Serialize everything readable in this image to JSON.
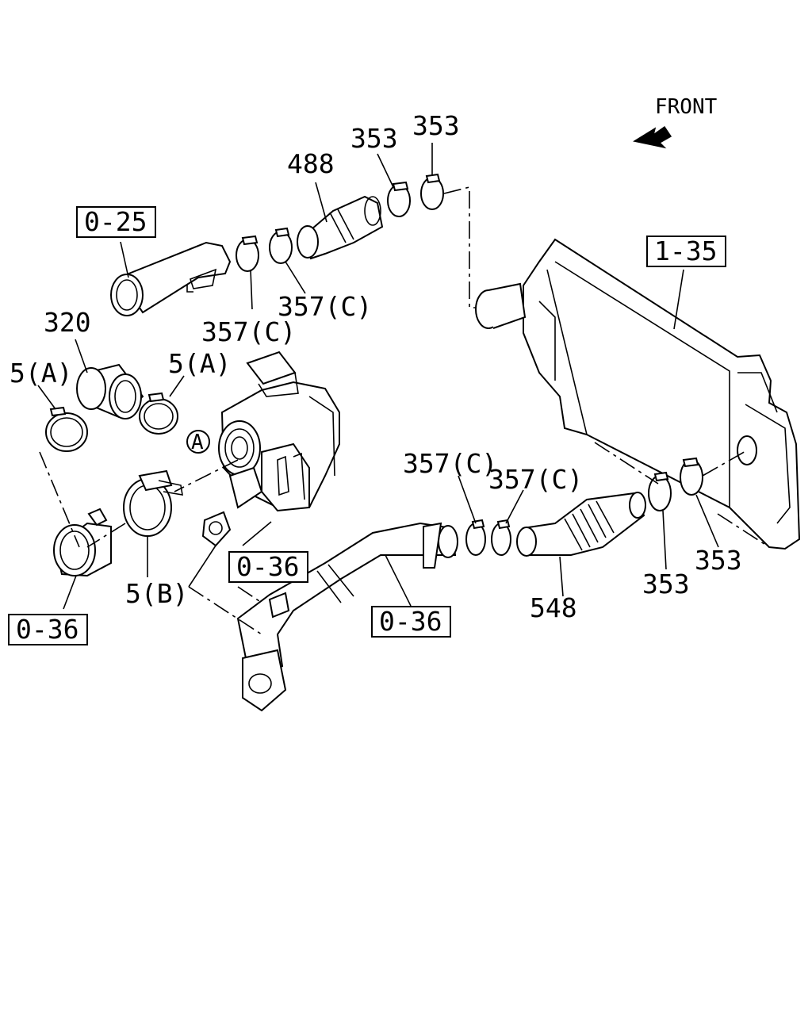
{
  "front_label": "FRONT",
  "reference_boxes": {
    "ref_0_25": "0-25",
    "ref_1_35": "1-35",
    "ref_0_36_left": "0-36",
    "ref_0_36_center": "0-36",
    "ref_0_36_lower": "0-36"
  },
  "part_labels": {
    "p488": "488",
    "p353_a": "353",
    "p353_b": "353",
    "p357c_a": "357(C)",
    "p357c_b": "357(C)",
    "p320": "320",
    "p5a_left": "5(A)",
    "p5a_right": "5(A)",
    "p5b": "5(B)",
    "pA": "A",
    "p357c_c": "357(C)",
    "p357c_d": "357(C)",
    "p548": "548",
    "p353_c": "353",
    "p353_d": "353"
  }
}
